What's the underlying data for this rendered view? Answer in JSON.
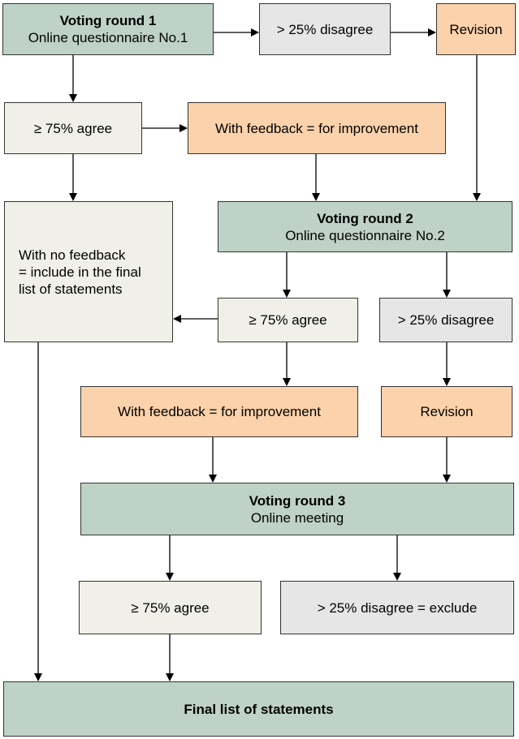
{
  "nodes": {
    "round1": {
      "title": "Voting round 1",
      "subtitle": "Online questionnaire No.1"
    },
    "disagree1": "> 25% disagree",
    "revision1": "Revision",
    "agree1": "≥ 75% agree",
    "feedback1": "With feedback = for improvement",
    "no_feedback": [
      "With no feedback",
      "= include in the final",
      "list of statements"
    ],
    "round2": {
      "title": "Voting round 2",
      "subtitle": "Online questionnaire No.2"
    },
    "agree2": "≥ 75% agree",
    "disagree2": "> 25% disagree",
    "feedback2": "With feedback = for improvement",
    "revision2": "Revision",
    "round3": {
      "title": "Voting round 3",
      "subtitle": "Online meeting"
    },
    "agree3": "≥ 75% agree",
    "exclude": "> 25% disagree = exclude",
    "final": "Final list of statements"
  },
  "colors": {
    "voting_round": "#bfd2c7",
    "agree": "#f0f0e8",
    "disagree": "#e6e6e6",
    "revision": "#fbd2ab",
    "border": "#333333",
    "arrow": "#000000"
  }
}
